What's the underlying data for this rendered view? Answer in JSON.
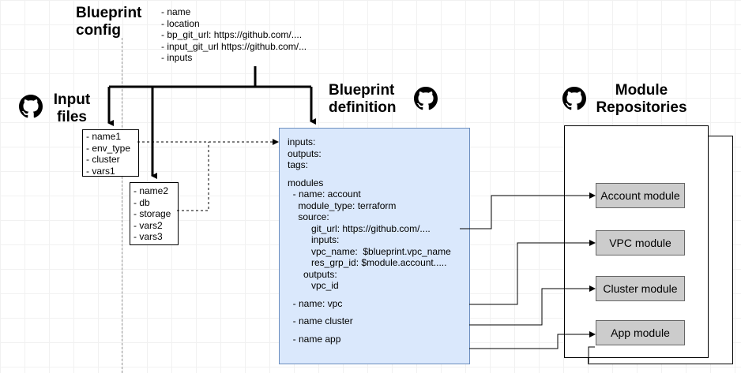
{
  "blueprint_config": {
    "title_line1": "Blueprint",
    "title_line2": "config",
    "fields": [
      "- name",
      "- location",
      "- bp_git_url: https://github.com/....",
      "- input_git_url https://github.com/...",
      "- inputs"
    ]
  },
  "input_files": {
    "title_line1": "Input",
    "title_line2": "files",
    "file1": [
      "- name1",
      "- env_type",
      "- cluster",
      "- vars1"
    ],
    "file2": [
      "- name2",
      "- db",
      "- storage",
      "- vars2",
      "- vars3"
    ]
  },
  "blueprint_definition": {
    "title_line1": "Blueprint",
    "title_line2": "definition",
    "lines": [
      "inputs:",
      "outputs:",
      "tags:",
      "",
      "modules",
      "  - name: account",
      "    module_type: terraform",
      "    source:",
      "         git_url: https://github.com/....",
      "         inputs:",
      "         vpc_name:  $blueprint.vpc_name",
      "         res_grp_id: $module.account.....",
      "      outputs:",
      "         vpc_id",
      "",
      "  - name: vpc",
      "",
      "  - name cluster",
      "",
      "  - name app"
    ]
  },
  "module_repositories": {
    "title_line1": "Module",
    "title_line2": "Repositories",
    "modules": [
      "Account module",
      "VPC module",
      "Cluster module",
      "App module"
    ]
  },
  "icons": [
    "github-icon"
  ],
  "colors": {
    "blueprint_fill": "#dae8fc",
    "blueprint_stroke": "#6c8ebf",
    "module_fill": "#cccccc"
  }
}
